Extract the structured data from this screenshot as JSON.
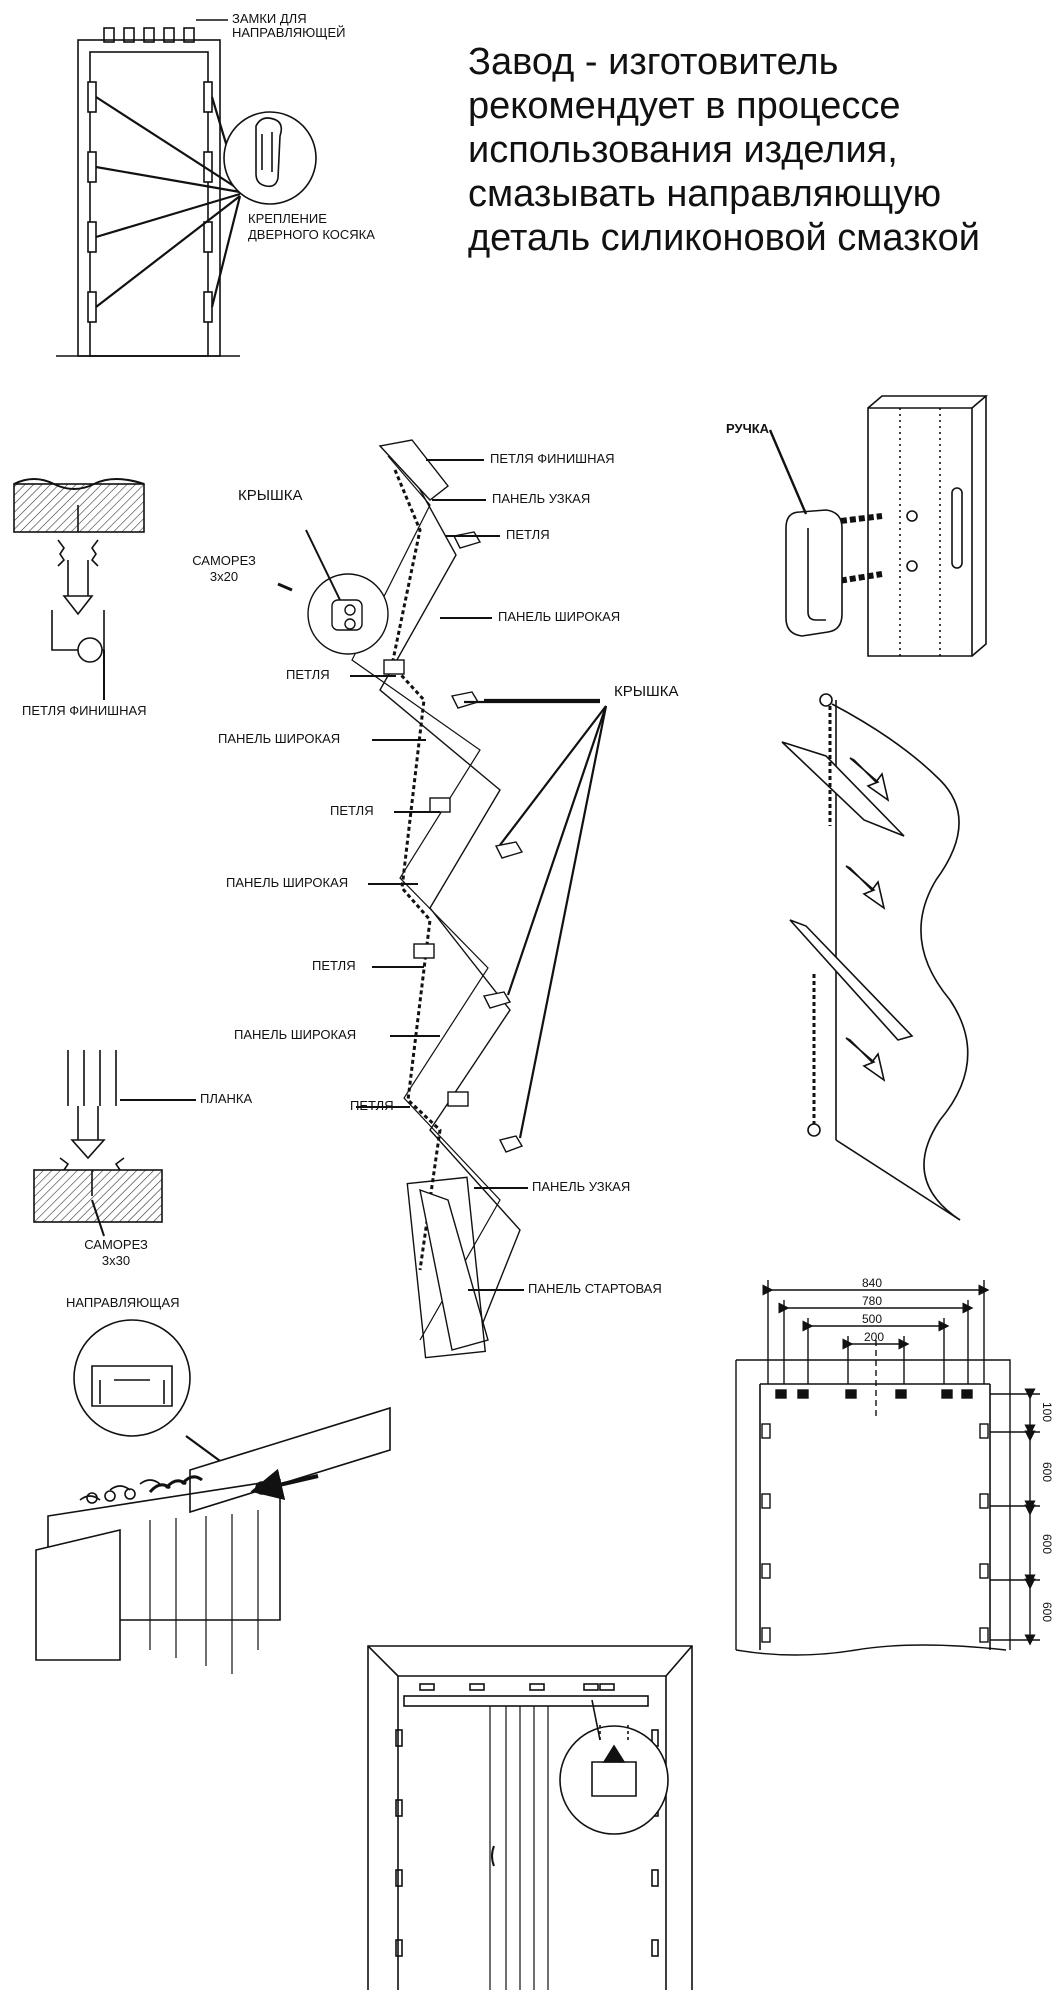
{
  "notice": {
    "line1": "Завод - изготовитель",
    "line2": "рекомендует в процессе",
    "line3": "использования изделия,",
    "line4": "смазывать направляющую",
    "line5": "деталь силиконовой смазкой"
  },
  "door_frame": {
    "locks_label_1": "ЗАМКИ ДЛЯ",
    "locks_label_2": "НАПРАВЛЯЮЩЕЙ",
    "mount_label_1": "КРЕПЛЕНИЕ",
    "mount_label_2": "ДВЕРНОГО КОСЯКА"
  },
  "finish_hinge_detail": {
    "label": "ПЕТЛЯ ФИНИШНАЯ"
  },
  "assembly": {
    "finish_hinge": "ПЕТЛЯ ФИНИШНАЯ",
    "narrow_panel_top": "ПАНЕЛЬ УЗКАЯ",
    "hinge_top": "ПЕТЛЯ",
    "cap_left": "КРЫШКА",
    "screw_1": "САМОРЕЗ",
    "screw_size_1": "3x20",
    "wide_panel_1": "ПАНЕЛЬ ШИРОКАЯ",
    "hinge_1": "ПЕТЛЯ",
    "cap_right": "КРЫШКА",
    "wide_panel_2": "ПАНЕЛЬ ШИРОКАЯ",
    "hinge_2": "ПЕТЛЯ",
    "wide_panel_3": "ПАНЕЛЬ ШИРОКАЯ",
    "hinge_3": "ПЕТЛЯ",
    "wide_panel_4": "ПАНЕЛЬ ШИРОКАЯ",
    "hinge_4": "ПЕТЛЯ",
    "narrow_panel_bottom": "ПАНЕЛЬ УЗКАЯ",
    "start_panel": "ПАНЕЛЬ СТАРТОВАЯ"
  },
  "handle": {
    "label": "РУЧКА"
  },
  "strip_detail": {
    "strip": "ПЛАНКА",
    "screw": "САМОРЕЗ",
    "screw_size": "3x30"
  },
  "guide": {
    "label": "НАПРАВЛЯЮЩАЯ"
  },
  "dimensions": {
    "widths": [
      "840",
      "780",
      "500",
      "200"
    ],
    "heights": [
      "100",
      "600",
      "600",
      "600"
    ]
  }
}
